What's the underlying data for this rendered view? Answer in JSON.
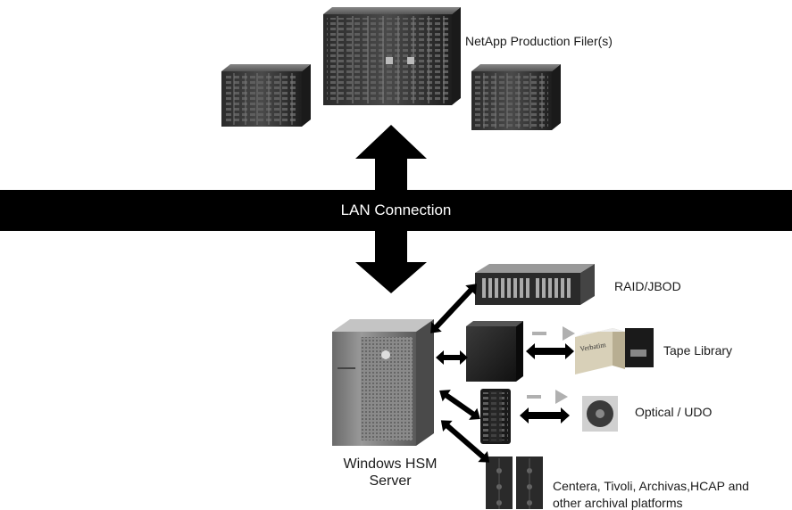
{
  "filers": {
    "label": "NetApp Production Filer(s)"
  },
  "lan": {
    "label": "LAN Connection"
  },
  "hsm": {
    "line1": "Windows HSM",
    "line2": "Server"
  },
  "targets": {
    "raid": "RAID/JBOD",
    "tape": "Tape Library",
    "optical": "Optical / UDO",
    "archive_line1": "Centera, Tivoli, Archivas,HCAP and",
    "archive_line2": "other archival platforms"
  },
  "media": {
    "tape_brand": "Verbatim"
  },
  "colors": {
    "bar": "#000000",
    "server_dark": "#1c1c1c",
    "server_mid": "#3a3a3a",
    "arrow": "#000000",
    "small_arrow": "#b0b0b0"
  }
}
